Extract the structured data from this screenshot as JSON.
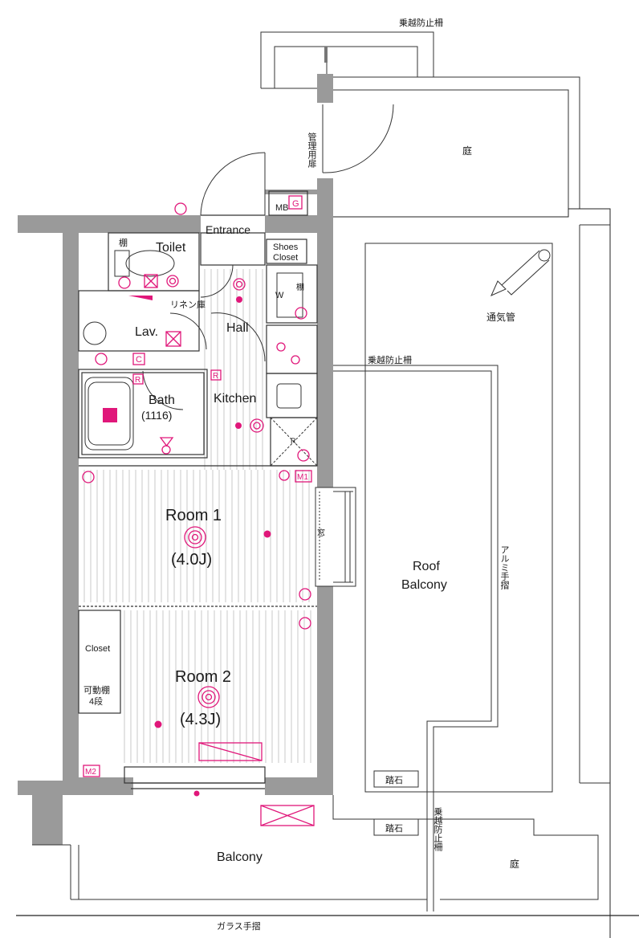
{
  "rooms": {
    "entrance": "Entrance",
    "shoes_closet_line1": "Shoes",
    "shoes_closet_line2": "Closet",
    "toilet": "Toilet",
    "shelf": "棚",
    "linen": "リネン庫",
    "lav": "Lav.",
    "hall": "Hall",
    "bath": "Bath",
    "bath_size": "(1116)",
    "kitchen": "Kitchen",
    "room1": "Room 1",
    "room1_size": "(4.0J)",
    "room2": "Room 2",
    "room2_size": "(4.3J)",
    "closet": "Closet",
    "movable_shelf_line1": "可動棚",
    "movable_shelf_line2": "4段",
    "roof_balcony_line1": "Roof",
    "roof_balcony_line2": "Balcony",
    "balcony": "Balcony"
  },
  "labels": {
    "anti_climb_top": "乗越防止柵",
    "admin_door": "管理用扉",
    "garden_top": "庭",
    "mb": "MB",
    "g": "G",
    "vent_pipe": "通気管",
    "anti_climb_mid": "乗越防止柵",
    "aluminum_handrail": "アルミ手摺",
    "stepping_stone_1": "踏石",
    "stepping_stone_2": "踏石",
    "anti_climb_vertical": "乗越防止柵",
    "garden_bottom": "庭",
    "glass_handrail": "ガラス手摺",
    "window": "窓",
    "w": "W",
    "shelf_kitchen": "棚",
    "r1": "R",
    "r2": "R",
    "r3": "R",
    "c": "C",
    "m1": "M1",
    "m2": "M2"
  },
  "colors": {
    "wall": "#9a9a9a",
    "accent": "#e0177a",
    "line": "#222222"
  }
}
